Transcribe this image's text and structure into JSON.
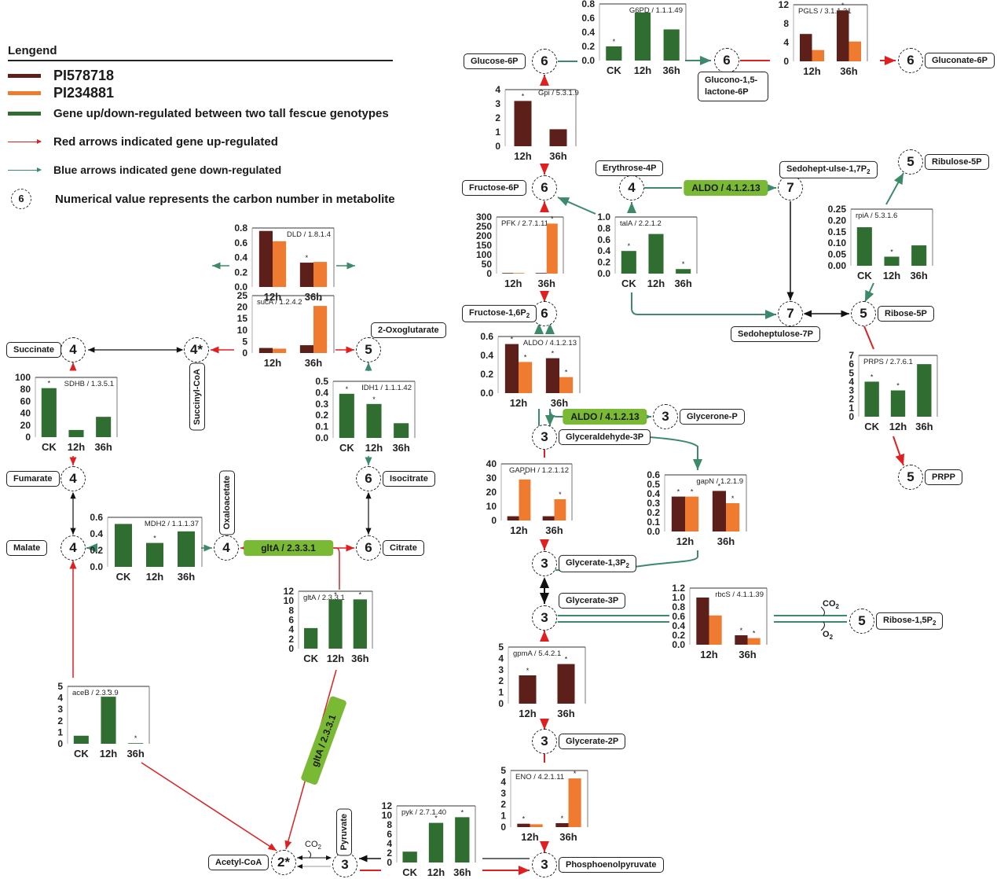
{
  "legend": {
    "title": "Lengend",
    "items": [
      {
        "kind": "swatch",
        "color": "#5c1f1a",
        "label": "PI578718"
      },
      {
        "kind": "swatch",
        "color": "#ee7b30",
        "label": "PI234881"
      },
      {
        "kind": "swatch",
        "color": "#2f6d31",
        "label": "Gene up/down-regulated between two tall fescue genotypes"
      },
      {
        "kind": "arrow",
        "color": "#e02020",
        "label": "Red arrows indicated gene up-regulated"
      },
      {
        "kind": "arrow",
        "color": "#3c8a6a",
        "label": "Blue arrows indicated gene down-regulated"
      },
      {
        "kind": "circle",
        "symbol": "6",
        "label": "Numerical  value represents the carbon number in metabolite"
      }
    ]
  },
  "colors": {
    "pi578718": "#5c1f1a",
    "pi234881": "#ee7b30",
    "green": "#2f6d31",
    "red_arrow": "#e02020",
    "blue_arrow": "#3c8a6a",
    "enzyme_box": "#7ab934"
  },
  "metabolites": [
    {
      "id": "glucose6p",
      "carbon": "6",
      "name": "Glucose-6P"
    },
    {
      "id": "gluconolactone",
      "carbon": "6",
      "name": "Glucono-1,5-lactone-6P"
    },
    {
      "id": "gluconate6p",
      "carbon": "6",
      "name": "Gluconate-6P"
    },
    {
      "id": "fructose6p",
      "carbon": "6",
      "name": "Fructose-6P"
    },
    {
      "id": "erythrose4p",
      "carbon": "4",
      "name": "Erythrose-4P"
    },
    {
      "id": "sedoheptulose17p2",
      "carbon": "7",
      "name": "Sedohept-ulse-1,7P",
      "sub": "2"
    },
    {
      "id": "ribulose5p",
      "carbon": "5",
      "name": "Ribulose-5P"
    },
    {
      "id": "sedoheptulose7p",
      "carbon": "7",
      "name": "Sedoheptulose-7P"
    },
    {
      "id": "ribose5p",
      "carbon": "5",
      "name": "Ribose-5P"
    },
    {
      "id": "fructose16p2",
      "carbon": "6",
      "name": "Fructose-1,6P",
      "sub": "2"
    },
    {
      "id": "glycerone",
      "carbon": "3",
      "name": "Glycerone-P"
    },
    {
      "id": "glyceraldehyde3p",
      "carbon": "3",
      "name": "Glyceraldehyde-3P"
    },
    {
      "id": "prpp",
      "carbon": "5",
      "name": "PRPP"
    },
    {
      "id": "glycerate13p2",
      "carbon": "3",
      "name": "Glycerate-1,3P",
      "sub": "2"
    },
    {
      "id": "glycerate3p",
      "carbon": "3",
      "name": "Glycerate-3P"
    },
    {
      "id": "ribose15p2",
      "carbon": "5",
      "name": "Ribose-1,5P",
      "sub": "2"
    },
    {
      "id": "glycerate2p",
      "carbon": "3",
      "name": "Glycerate-2P"
    },
    {
      "id": "pep",
      "carbon": "3",
      "name": "Phosphoenolpyruvate"
    },
    {
      "id": "pyruvate",
      "carbon": "3",
      "name": "Pyruvate"
    },
    {
      "id": "acetylcoa",
      "carbon": "2*",
      "name": "Acetyl-CoA"
    },
    {
      "id": "succinate",
      "carbon": "4",
      "name": "Succinate"
    },
    {
      "id": "succinylcoa",
      "carbon": "4*",
      "name": "Succinyl-CoA"
    },
    {
      "id": "oxoglutarate",
      "carbon": "5",
      "name": "2-Oxoglutarate"
    },
    {
      "id": "fumarate",
      "carbon": "4",
      "name": "Fumarate"
    },
    {
      "id": "isocitrate",
      "carbon": "6",
      "name": "Isocitrate"
    },
    {
      "id": "malate",
      "carbon": "4",
      "name": "Malate"
    },
    {
      "id": "oxaloacetate",
      "carbon": "4",
      "name": "Oxaloacetate"
    },
    {
      "id": "citrate",
      "carbon": "6",
      "name": "Citrate"
    }
  ],
  "enzyme_boxes": [
    {
      "id": "aldo_top",
      "label": "ALDO / 4.1.2.13"
    },
    {
      "id": "aldo_mid",
      "label": "ALDO / 4.1.2.13"
    },
    {
      "id": "glta_h",
      "label": "gltA / 2.3.3.1"
    },
    {
      "id": "glta_diag",
      "label": "gltA / 2.3.3.1"
    }
  ],
  "gas_labels": {
    "co2": "CO",
    "co2_sub": "2",
    "o2": "O",
    "o2_sub": "2"
  },
  "chart_data": [
    {
      "id": "g6pd",
      "type": "bar",
      "title": "G6PD / 1.1.1.49",
      "mode": "green",
      "categories": [
        "CK",
        "12h",
        "36h"
      ],
      "series": [
        {
          "name": "diff",
          "values": [
            0.2,
            0.68,
            0.44
          ]
        }
      ],
      "stars": [
        [
          true,
          false,
          false
        ]
      ],
      "ylim": [
        0,
        0.8
      ],
      "ticks": [
        "0.0",
        "0.2",
        "0.4",
        "0.6",
        "0.8"
      ]
    },
    {
      "id": "pgls",
      "type": "bar",
      "title": "PGLS / 3.1.1.31",
      "mode": "pair",
      "categories": [
        "12h",
        "36h"
      ],
      "series": [
        {
          "name": "PI578718",
          "values": [
            5.8,
            10.8
          ]
        },
        {
          "name": "PI234881",
          "values": [
            2.4,
            4.2
          ]
        }
      ],
      "stars": [
        [
          false,
          true
        ],
        [
          false,
          false
        ]
      ],
      "ylim": [
        0,
        12
      ],
      "ticks": [
        "0",
        "4",
        "8",
        "12"
      ]
    },
    {
      "id": "gpi",
      "type": "bar",
      "title": "Gpi / 5.3.1.9",
      "mode": "single",
      "categories": [
        "12h",
        "36h"
      ],
      "series": [
        {
          "name": "PI578718",
          "values": [
            3.2,
            1.2
          ]
        }
      ],
      "stars": [
        [
          true,
          false
        ]
      ],
      "ylim": [
        0,
        4
      ],
      "ticks": [
        "0",
        "1",
        "2",
        "3",
        "4"
      ]
    },
    {
      "id": "pfk",
      "type": "bar",
      "title": "PFK / 2.7.1.11",
      "mode": "pair",
      "categories": [
        "12h",
        "36h"
      ],
      "series": [
        {
          "name": "PI578718",
          "values": [
            0,
            0
          ]
        },
        {
          "name": "PI234881",
          "values": [
            0,
            265
          ]
        }
      ],
      "stars": [
        [
          false,
          false
        ],
        [
          false,
          true
        ]
      ],
      "ylim": [
        0,
        300
      ],
      "ticks": [
        "0",
        "50",
        "100",
        "150",
        "200",
        "250",
        "300"
      ]
    },
    {
      "id": "tala",
      "type": "bar",
      "title": "talA / 2.2.1.2",
      "mode": "green",
      "categories": [
        "CK",
        "12h",
        "36h"
      ],
      "series": [
        {
          "name": "diff",
          "values": [
            0.4,
            0.7,
            0.08
          ]
        }
      ],
      "stars": [
        [
          true,
          false,
          true
        ]
      ],
      "ylim": [
        0,
        1.0
      ],
      "ticks": [
        "0.0",
        "0.2",
        "0.4",
        "0.6",
        "0.8",
        "1.0"
      ]
    },
    {
      "id": "rpia",
      "type": "bar",
      "title": "rpiA / 5.3.1.6",
      "mode": "green",
      "categories": [
        "CK",
        "12h",
        "36h"
      ],
      "series": [
        {
          "name": "diff",
          "values": [
            0.17,
            0.04,
            0.09
          ]
        }
      ],
      "stars": [
        [
          false,
          true,
          false
        ]
      ],
      "ylim": [
        0,
        0.25
      ],
      "ticks": [
        "0.00",
        "0.05",
        "0.10",
        "0.15",
        "0.20",
        "0.25"
      ]
    },
    {
      "id": "aldo",
      "type": "bar",
      "title": "ALDO / 4.1.2.13",
      "mode": "pair",
      "categories": [
        "12h",
        "36h"
      ],
      "series": [
        {
          "name": "PI578718",
          "values": [
            0.52,
            0.37
          ]
        },
        {
          "name": "PI234881",
          "values": [
            0.33,
            0.17
          ]
        }
      ],
      "stars": [
        [
          true,
          true
        ],
        [
          true,
          true
        ]
      ],
      "ylim": [
        0,
        0.6
      ],
      "ticks": [
        "0.0",
        "0.2",
        "0.4",
        "0.6"
      ]
    },
    {
      "id": "prps",
      "type": "bar",
      "title": "PRPS / 2.7.6.1",
      "mode": "green",
      "categories": [
        "CK",
        "12h",
        "36h"
      ],
      "series": [
        {
          "name": "diff",
          "values": [
            4.0,
            3.0,
            6.0
          ]
        }
      ],
      "stars": [
        [
          true,
          true,
          false
        ]
      ],
      "ylim": [
        0,
        7
      ],
      "ticks": [
        "0",
        "1",
        "2",
        "3",
        "4",
        "5",
        "6",
        "7"
      ]
    },
    {
      "id": "gapdh",
      "type": "bar",
      "title": "GAPDH / 1.2.1.12",
      "mode": "pair",
      "categories": [
        "12h",
        "36h"
      ],
      "series": [
        {
          "name": "PI578718",
          "values": [
            3,
            3
          ]
        },
        {
          "name": "PI234881",
          "values": [
            29,
            15
          ]
        }
      ],
      "stars": [
        [
          false,
          false
        ],
        [
          true,
          true
        ]
      ],
      "ylim": [
        0,
        40
      ],
      "ticks": [
        "0",
        "10",
        "20",
        "30",
        "40"
      ]
    },
    {
      "id": "gapn",
      "type": "bar",
      "title": "gapN / 1.2.1.9",
      "mode": "pair",
      "categories": [
        "12h",
        "36h"
      ],
      "series": [
        {
          "name": "PI578718",
          "values": [
            0.37,
            0.43
          ]
        },
        {
          "name": "PI234881",
          "values": [
            0.37,
            0.3
          ]
        }
      ],
      "stars": [
        [
          true,
          true
        ],
        [
          true,
          true
        ]
      ],
      "ylim": [
        0,
        0.6
      ],
      "ticks": [
        "0.0",
        "0.1",
        "0.2",
        "0.3",
        "0.4",
        "0.5",
        "0.6"
      ]
    },
    {
      "id": "rbcs",
      "type": "bar",
      "title": "rbcS / 4.1.1.39",
      "mode": "pair",
      "categories": [
        "12h",
        "36h"
      ],
      "series": [
        {
          "name": "PI578718",
          "values": [
            1.0,
            0.2
          ]
        },
        {
          "name": "PI234881",
          "values": [
            0.62,
            0.14
          ]
        }
      ],
      "stars": [
        [
          false,
          true
        ],
        [
          false,
          true
        ]
      ],
      "ylim": [
        0,
        1.2
      ],
      "ticks": [
        "0.0",
        "0.2",
        "0.4",
        "0.6",
        "0.8",
        "1.0",
        "1.2"
      ]
    },
    {
      "id": "gpma",
      "type": "bar",
      "title": "gpmA / 5.4.2.1",
      "mode": "single",
      "categories": [
        "12h",
        "36h"
      ],
      "series": [
        {
          "name": "PI578718",
          "values": [
            2.5,
            3.5
          ]
        }
      ],
      "stars": [
        [
          true,
          true
        ]
      ],
      "ylim": [
        0,
        5
      ],
      "ticks": [
        "0",
        "1",
        "2",
        "3",
        "4",
        "5"
      ]
    },
    {
      "id": "eno",
      "type": "bar",
      "title": "ENO / 4.2.1.11",
      "mode": "pair",
      "categories": [
        "12h",
        "36h"
      ],
      "series": [
        {
          "name": "PI578718",
          "values": [
            0.3,
            0.35
          ]
        },
        {
          "name": "PI234881",
          "values": [
            0.25,
            4.3
          ]
        }
      ],
      "stars": [
        [
          true,
          true
        ],
        [
          false,
          true
        ]
      ],
      "ylim": [
        0,
        5
      ],
      "ticks": [
        "0",
        "1",
        "2",
        "3",
        "4",
        "5"
      ]
    },
    {
      "id": "pyk",
      "type": "bar",
      "title": "pyk / 2.7.1.40",
      "mode": "green",
      "categories": [
        "CK",
        "12h",
        "36h"
      ],
      "series": [
        {
          "name": "diff",
          "values": [
            2.3,
            8.4,
            9.6
          ]
        }
      ],
      "stars": [
        [
          false,
          true,
          true
        ]
      ],
      "ylim": [
        0,
        12
      ],
      "ticks": [
        "0",
        "2",
        "4",
        "6",
        "8",
        "10",
        "12"
      ]
    },
    {
      "id": "dld",
      "type": "bar",
      "title": "DLD / 1.8.1.4",
      "mode": "pair",
      "categories": [
        "12h",
        "36h"
      ],
      "series": [
        {
          "name": "PI578718",
          "values": [
            0.76,
            0.33
          ]
        },
        {
          "name": "PI234881",
          "values": [
            0.62,
            0.34
          ]
        }
      ],
      "stars": [
        [
          false,
          true
        ],
        [
          false,
          false
        ]
      ],
      "ylim": [
        0,
        0.8
      ],
      "ticks": [
        "0.0",
        "0.2",
        "0.4",
        "0.6",
        "0.8"
      ]
    },
    {
      "id": "suca",
      "type": "bar",
      "title": "sucA / 1.2.4.2",
      "mode": "pair",
      "categories": [
        "12h",
        "36h"
      ],
      "series": [
        {
          "name": "PI578718",
          "values": [
            2.2,
            3.4
          ]
        },
        {
          "name": "PI234881",
          "values": [
            1.9,
            20.5
          ]
        }
      ],
      "stars": [
        [
          false,
          false
        ],
        [
          false,
          true
        ]
      ],
      "ylim": [
        0,
        25
      ],
      "ticks": [
        "0",
        "5",
        "10",
        "15",
        "20",
        "25"
      ]
    },
    {
      "id": "sdhb",
      "type": "bar",
      "title": "SDHB / 1.3.5.1",
      "mode": "green",
      "categories": [
        "CK",
        "12h",
        "36h"
      ],
      "series": [
        {
          "name": "diff",
          "values": [
            82,
            12,
            34
          ]
        }
      ],
      "stars": [
        [
          true,
          false,
          false
        ]
      ],
      "ylim": [
        0,
        100
      ],
      "ticks": [
        "0",
        "20",
        "40",
        "60",
        "80",
        "100"
      ]
    },
    {
      "id": "idh1",
      "type": "bar",
      "title": "IDH1 / 1.1.1.42",
      "mode": "green",
      "categories": [
        "CK",
        "12h",
        "36h"
      ],
      "series": [
        {
          "name": "diff",
          "values": [
            0.39,
            0.3,
            0.13
          ]
        }
      ],
      "stars": [
        [
          true,
          true,
          false
        ]
      ],
      "ylim": [
        0,
        0.5
      ],
      "ticks": [
        "0.0",
        "0.1",
        "0.2",
        "0.3",
        "0.4",
        "0.5"
      ]
    },
    {
      "id": "mdh2",
      "type": "bar",
      "title": "MDH2 / 1.1.1.37",
      "mode": "green",
      "categories": [
        "CK",
        "12h",
        "36h"
      ],
      "series": [
        {
          "name": "diff",
          "values": [
            0.52,
            0.29,
            0.43
          ]
        }
      ],
      "stars": [
        [
          false,
          true,
          false
        ]
      ],
      "ylim": [
        0,
        0.6
      ],
      "ticks": [
        "0.0",
        "0.2",
        "0.4",
        "0.6"
      ]
    },
    {
      "id": "glta",
      "type": "bar",
      "title": "gltA / 2.3.3.1",
      "mode": "green",
      "categories": [
        "CK",
        "12h",
        "36h"
      ],
      "series": [
        {
          "name": "diff",
          "values": [
            4.3,
            10.3,
            10.3
          ]
        }
      ],
      "stars": [
        [
          false,
          true,
          true
        ]
      ],
      "ylim": [
        0,
        12
      ],
      "ticks": [
        "0",
        "2",
        "4",
        "6",
        "8",
        "10",
        "12"
      ]
    },
    {
      "id": "aceb",
      "type": "bar",
      "title": "aceB / 2.3.3.9",
      "mode": "green",
      "categories": [
        "CK",
        "12h",
        "36h"
      ],
      "series": [
        {
          "name": "diff",
          "values": [
            0.7,
            4.1,
            0.05
          ]
        }
      ],
      "stars": [
        [
          false,
          true,
          true
        ]
      ],
      "ylim": [
        0,
        5
      ],
      "ticks": [
        "0",
        "1",
        "2",
        "3",
        "4",
        "5"
      ]
    }
  ]
}
